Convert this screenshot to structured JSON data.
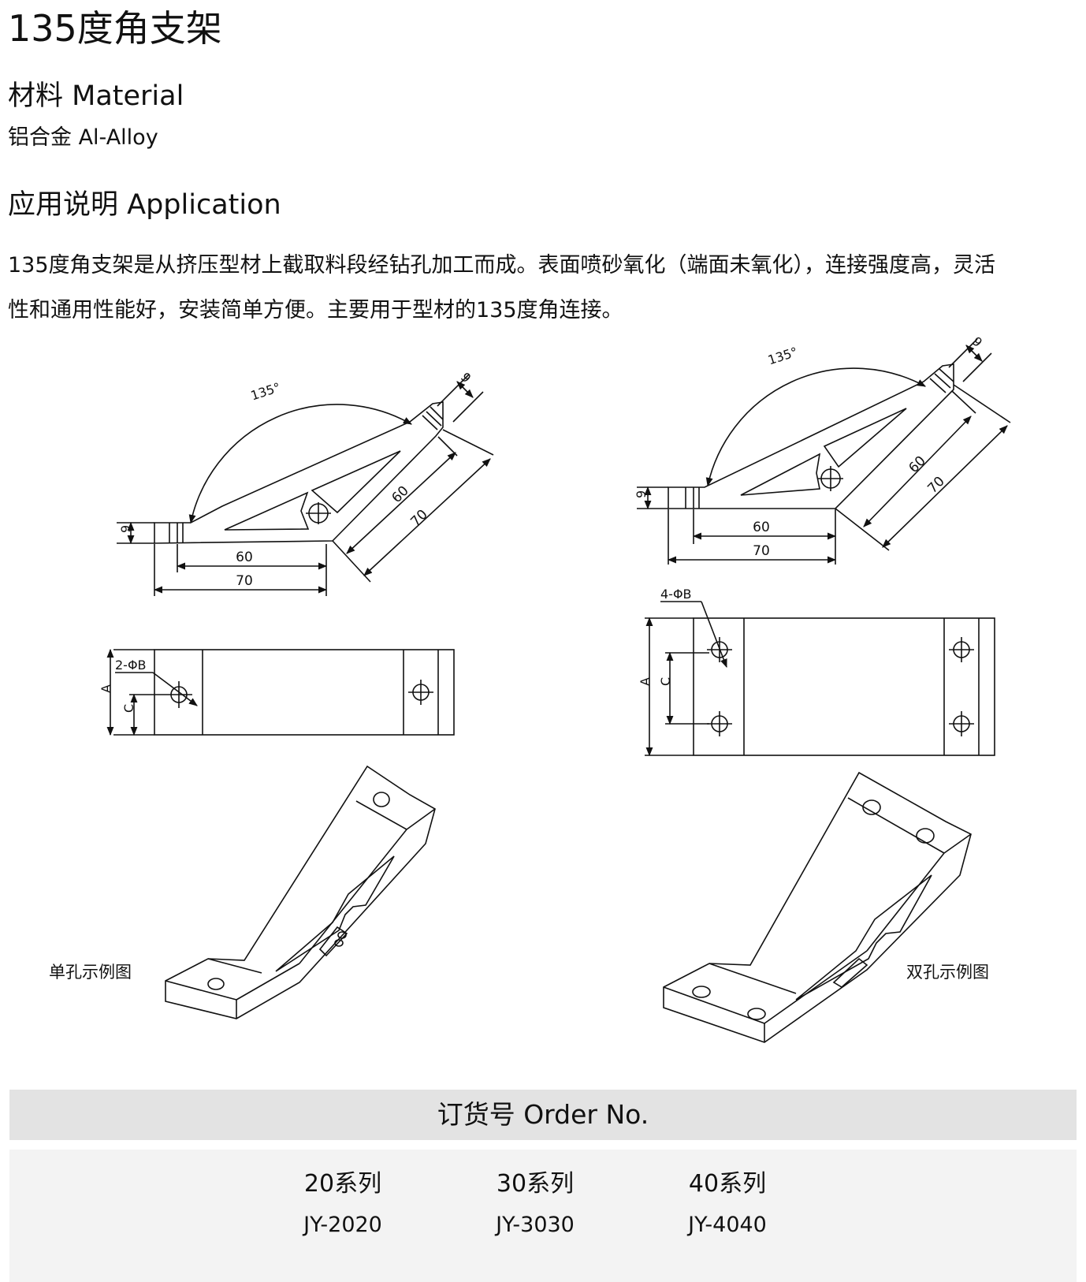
{
  "title": "135度角支架",
  "material": {
    "heading": "材料 Material",
    "value": "铝合金 Al-Alloy"
  },
  "application": {
    "heading": "应用说明 Application",
    "text": "135度角支架是从挤压型材上截取料段经钻孔加工而成。表面喷砂氧化（端面未氧化），连接强度高，灵活性和通用性能好，安装简单方便。主要用于型材的135度角连接。"
  },
  "drawing_left": {
    "angle": "135°",
    "dim_9a": "9",
    "dim_9b": "9",
    "dim_60a": "60",
    "dim_70a": "70",
    "dim_60b": "60",
    "dim_70b": "70",
    "hole_label": "2-ΦB",
    "dim_a": "A",
    "dim_c": "C",
    "caption": "单孔示例图"
  },
  "drawing_right": {
    "angle": "135°",
    "dim_9a": "9",
    "dim_9b": "9",
    "dim_60a": "60",
    "dim_70a": "70",
    "dim_60b": "60",
    "dim_70b": "70",
    "hole_label": "4-ΦB",
    "dim_a": "A",
    "dim_c": "C",
    "caption": "双孔示例图"
  },
  "order": {
    "heading": "订货号 Order No.",
    "series": [
      {
        "name": "20系列",
        "code": "JY-2020"
      },
      {
        "name": "30系列",
        "code": "JY-3030"
      },
      {
        "name": "40系列",
        "code": "JY-4040"
      }
    ]
  }
}
